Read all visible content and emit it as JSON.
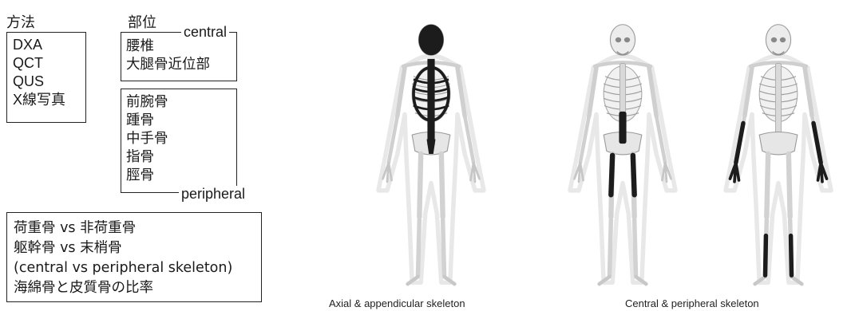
{
  "methods": {
    "header": "方法",
    "items": [
      "DXA",
      "QCT",
      "QUS",
      "X線写真"
    ]
  },
  "sites": {
    "header": "部位",
    "central_label": "central",
    "central_items": [
      "腰椎",
      "大腿骨近位部"
    ],
    "peripheral_label": "peripheral",
    "peripheral_items": [
      "前腕骨",
      "踵骨",
      "中手骨",
      "指骨",
      "脛骨"
    ]
  },
  "notes": {
    "lines": [
      "荷重骨 vs 非荷重骨",
      "躯幹骨 vs 末梢骨",
      "(central  vs  peripheral skeleton)",
      "海綿骨と皮質骨の比率"
    ]
  },
  "figures": {
    "caption_axial": "Axial & appendicular skeleton",
    "caption_central": "Central & peripheral skeleton",
    "colors": {
      "bone": "#e8e8e8",
      "bone_outline": "#b0b0b0",
      "dark": "#1c1c1c",
      "body": "#d2d2d2"
    }
  }
}
